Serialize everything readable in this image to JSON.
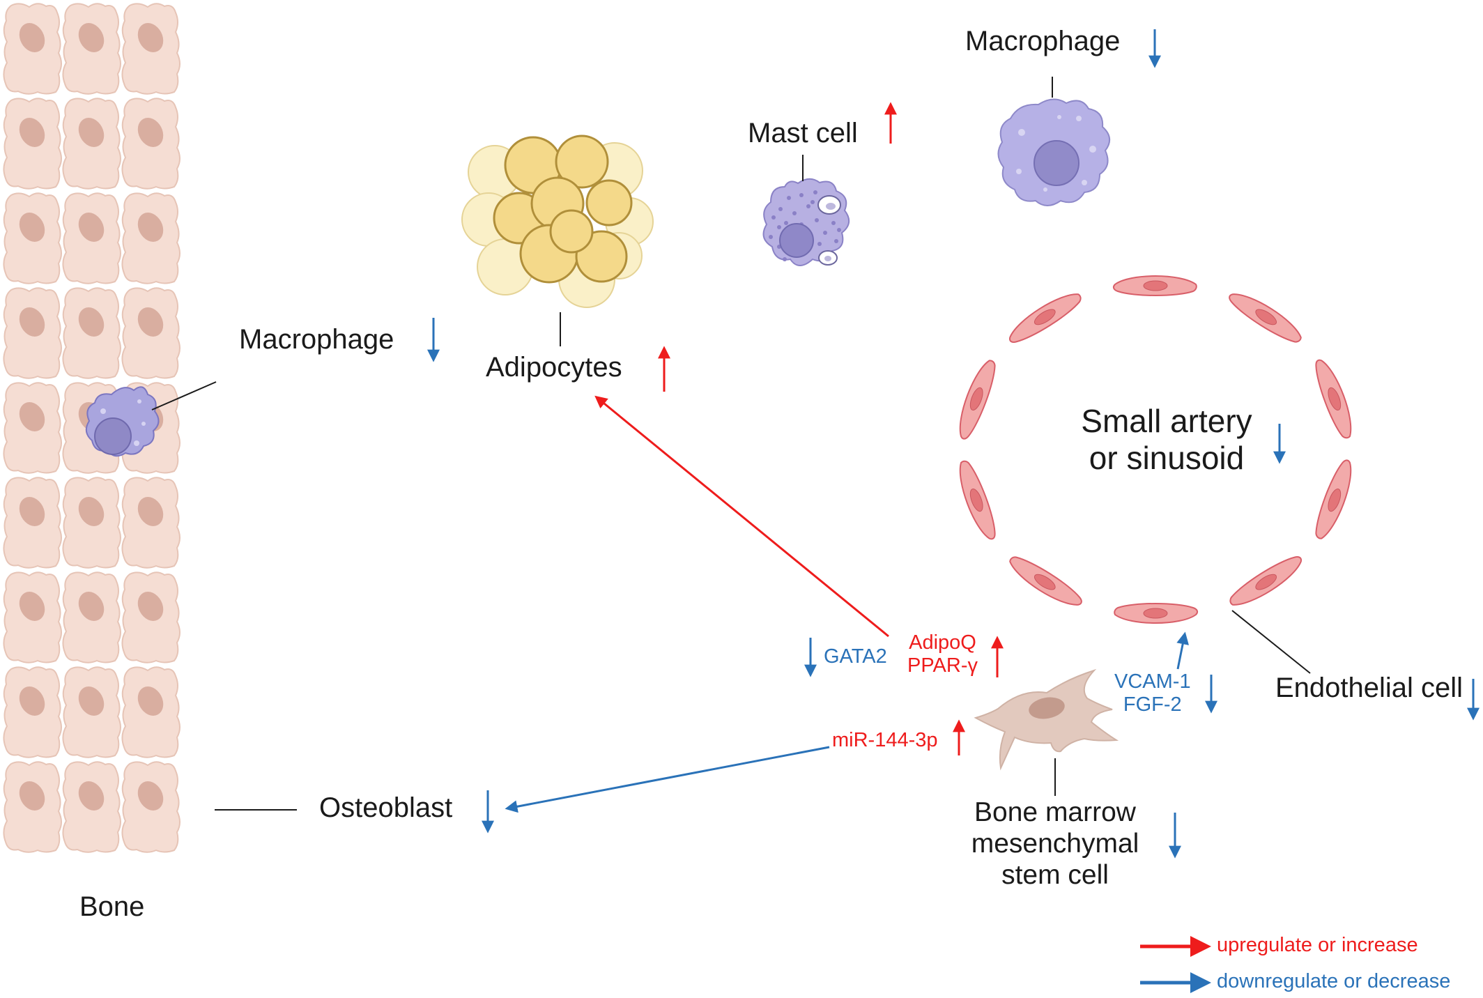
{
  "labels": {
    "bone": "Bone",
    "macrophage_bone": "Macrophage",
    "adipocytes": "Adipocytes",
    "mast_cell": "Mast cell",
    "macrophage_top": "Macrophage",
    "vessel_line1": "Small artery",
    "vessel_line2": "or sinusoid",
    "osteoblast": "Osteoblast",
    "endothelial_cell": "Endothelial cell",
    "bmsc_line1": "Bone marrow",
    "bmsc_line2": "mesenchymal",
    "bmsc_line3": "stem cell"
  },
  "markers": {
    "gata2": "GATA2",
    "adipoq": "AdipoQ",
    "ppar": "PPAR-γ",
    "vcam1": "VCAM-1",
    "fgf2": "FGF-2",
    "mir144": "miR-144-3p"
  },
  "legend": {
    "up": "upregulate or increase",
    "down": "downregulate or decrease"
  },
  "colors": {
    "up": "#ee1c1c",
    "down": "#2a72b8"
  }
}
